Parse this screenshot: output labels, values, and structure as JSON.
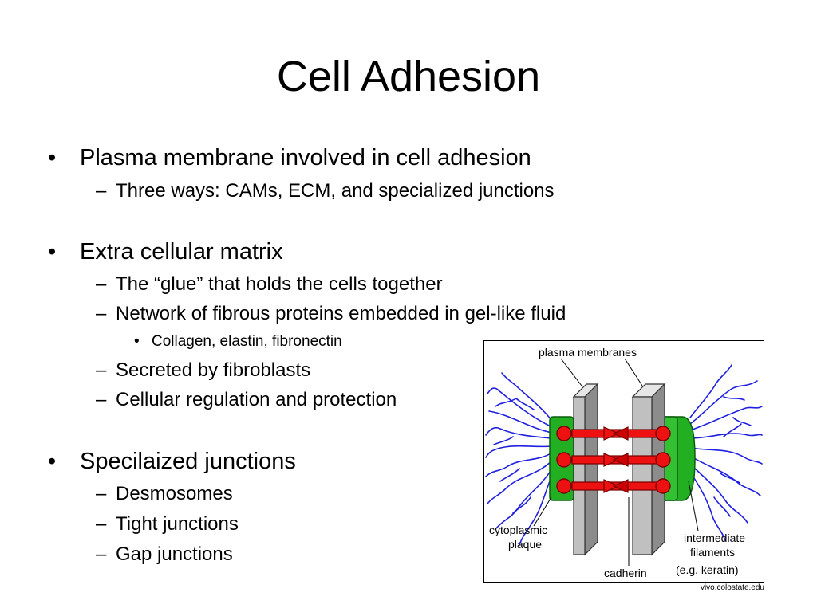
{
  "slide": {
    "title": "Cell Adhesion",
    "bullets": {
      "b1": "Plasma membrane involved in cell adhesion",
      "b1_s1": "Three ways: CAMs, ECM, and specialized junctions",
      "b2": "Extra cellular matrix",
      "b2_s1": "The “glue” that holds the cells together",
      "b2_s2": "Network of fibrous proteins embedded in gel-like fluid",
      "b2_s2_t1": "Collagen, elastin, fibronectin",
      "b2_s3": "Secreted by fibroblasts",
      "b2_s4": "Cellular regulation and protection",
      "b3": "Specilaized junctions",
      "b3_s1": "Desmosomes",
      "b3_s2": "Tight junctions",
      "b3_s3": "Gap junctions"
    },
    "markers": {
      "level1": "•",
      "level2": "–",
      "level3": "•"
    },
    "figure": {
      "labels": {
        "plasma_membranes": "plasma membranes",
        "cytoplasmic": "cytoplasmic",
        "plaque": "plaque",
        "cadherin": "cadherin",
        "intermediate": "intermediate",
        "filaments": "filaments",
        "keratin": "(e.g. keratin)"
      },
      "colors": {
        "filaments": "#1f1fe0",
        "plaque": "#22b022",
        "cadherin": "#ee1111",
        "membrane": "#b8b8b8"
      }
    },
    "credit": "vivo.colostate.edu"
  }
}
